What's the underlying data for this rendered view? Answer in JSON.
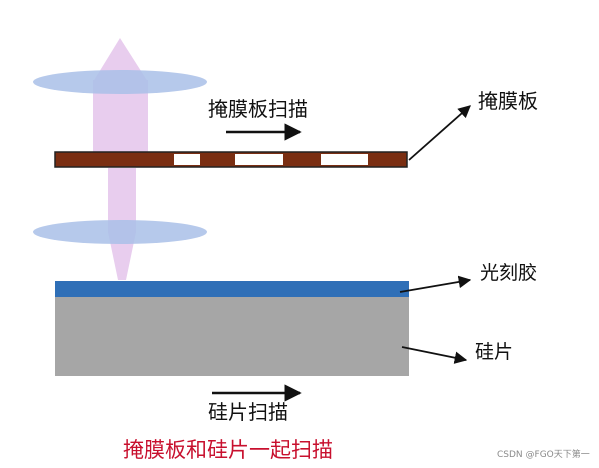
{
  "labels": {
    "mask_scan": "掩膜板扫描",
    "mask": "掩膜板",
    "photoresist": "光刻胶",
    "wafer": "硅片",
    "wafer_scan": "硅片扫描",
    "caption": "掩膜板和硅片一起扫描"
  },
  "watermark": "CSDN @FGO天下第一",
  "colors": {
    "beam": "#e8cdee",
    "lens": "#a9bfe8",
    "mask_bar": "#7a2e12",
    "photoresist": "#2f6fb7",
    "wafer": "#a6a6a6",
    "caption": "#c8102e",
    "arrow": "#111111"
  }
}
